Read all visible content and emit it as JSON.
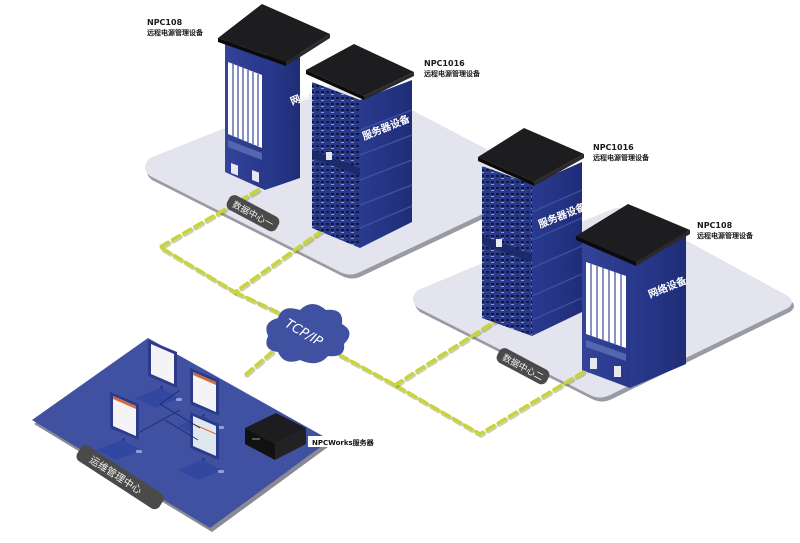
{
  "diagram": {
    "colors": {
      "platform_light": "#e4e4ee",
      "platform_shadow": "#9a9aa4",
      "platform_blue": "#3f51a0",
      "device_blue": "#2b3a8a",
      "device_top": "#1d1d1f",
      "link_dash": "#c8d43a",
      "tag_bg": "#4a4a4a",
      "cloud": "#3f51a0"
    },
    "data_center_1": {
      "tag": "数据中心一",
      "network_device": {
        "model": "NPC108",
        "desc": "远程电源管理设备",
        "side_label": "网络设备"
      },
      "server_device": {
        "model": "NPC1016",
        "desc": "远程电源管理设备",
        "side_label": "服务器设备"
      }
    },
    "data_center_2": {
      "tag": "数据中心二",
      "server_device": {
        "model": "NPC1016",
        "desc": "远程电源管理设备",
        "side_label": "服务器设备"
      },
      "network_device": {
        "model": "NPC108",
        "desc": "远程电源管理设备",
        "side_label": "网络设备"
      }
    },
    "network": {
      "label": "TCP/IP"
    },
    "ops_center": {
      "tag": "运维管理中心",
      "server_label": "NPCWorks服务器",
      "workstations": 4
    }
  }
}
